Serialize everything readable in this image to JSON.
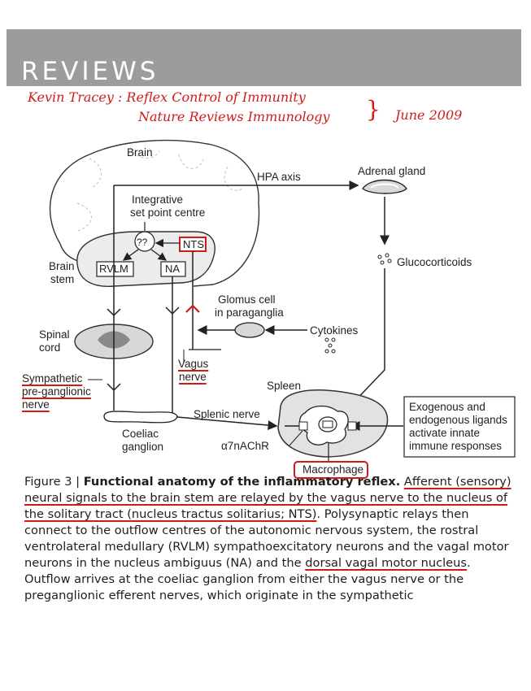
{
  "header": {
    "section": "REVIEWS"
  },
  "annotation": {
    "line1": "Kevin Tracey : Reflex Control of Immunity",
    "line2": "Nature Reviews Immunology",
    "date": "June 2009"
  },
  "diagram": {
    "brain": "Brain",
    "hpa_axis": "HPA axis",
    "adrenal_gland": "Adrenal gland",
    "integrative_1": "Integrative",
    "integrative_2": "set point centre",
    "qq": "??",
    "nts": "NTS",
    "brain_stem_1": "Brain",
    "brain_stem_2": "stem",
    "rvlm": "RVLM",
    "na": "NA",
    "glucocorticoids": "Glucocorticoids",
    "glomus_1": "Glomus cell",
    "glomus_2": "in paraganglia",
    "cytokines": "Cytokines",
    "spinal_1": "Spinal",
    "spinal_2": "cord",
    "vagus_1": "Vagus",
    "vagus_2": "nerve",
    "sympathetic_1": "Sympathetic",
    "sympathetic_2": "pre-ganglionic",
    "sympathetic_3": "nerve",
    "spleen": "Spleen",
    "splenic_nerve": "Splenic nerve",
    "coeliac_1": "Coeliac",
    "coeliac_2": "ganglion",
    "a7nachr": "α7nAChR",
    "macrophage": "Macrophage",
    "exo_1": "Exogenous and",
    "exo_2": "endogenous ligands",
    "exo_3": "activate innate",
    "exo_4": "immune responses"
  },
  "caption": {
    "fig": "Figure 3 | ",
    "head": "Functional anatomy of the inflammatory reflex.",
    "s1": " ",
    "s2": "Afferent (sensory) neural signals to the brain stem are relayed by the vagus nerve to the nucleus of the solitary tract (nucleus tractus solitarius; NTS)",
    "s3": ". Polysynaptic relays then connect to the outflow centres of the autonomic nervous system, the rostral ventrolateral medullary (RVLM) sympathoexcitatory neurons and the vagal motor neurons in the nucleus ambiguus (NA) and the ",
    "s4": "dorsal vagal motor nucleus",
    "s5": ". Outflow arrives at the coeliac ganglion from either the vagus nerve or the preganglionic efferent nerves, which originate in the sympathetic"
  }
}
